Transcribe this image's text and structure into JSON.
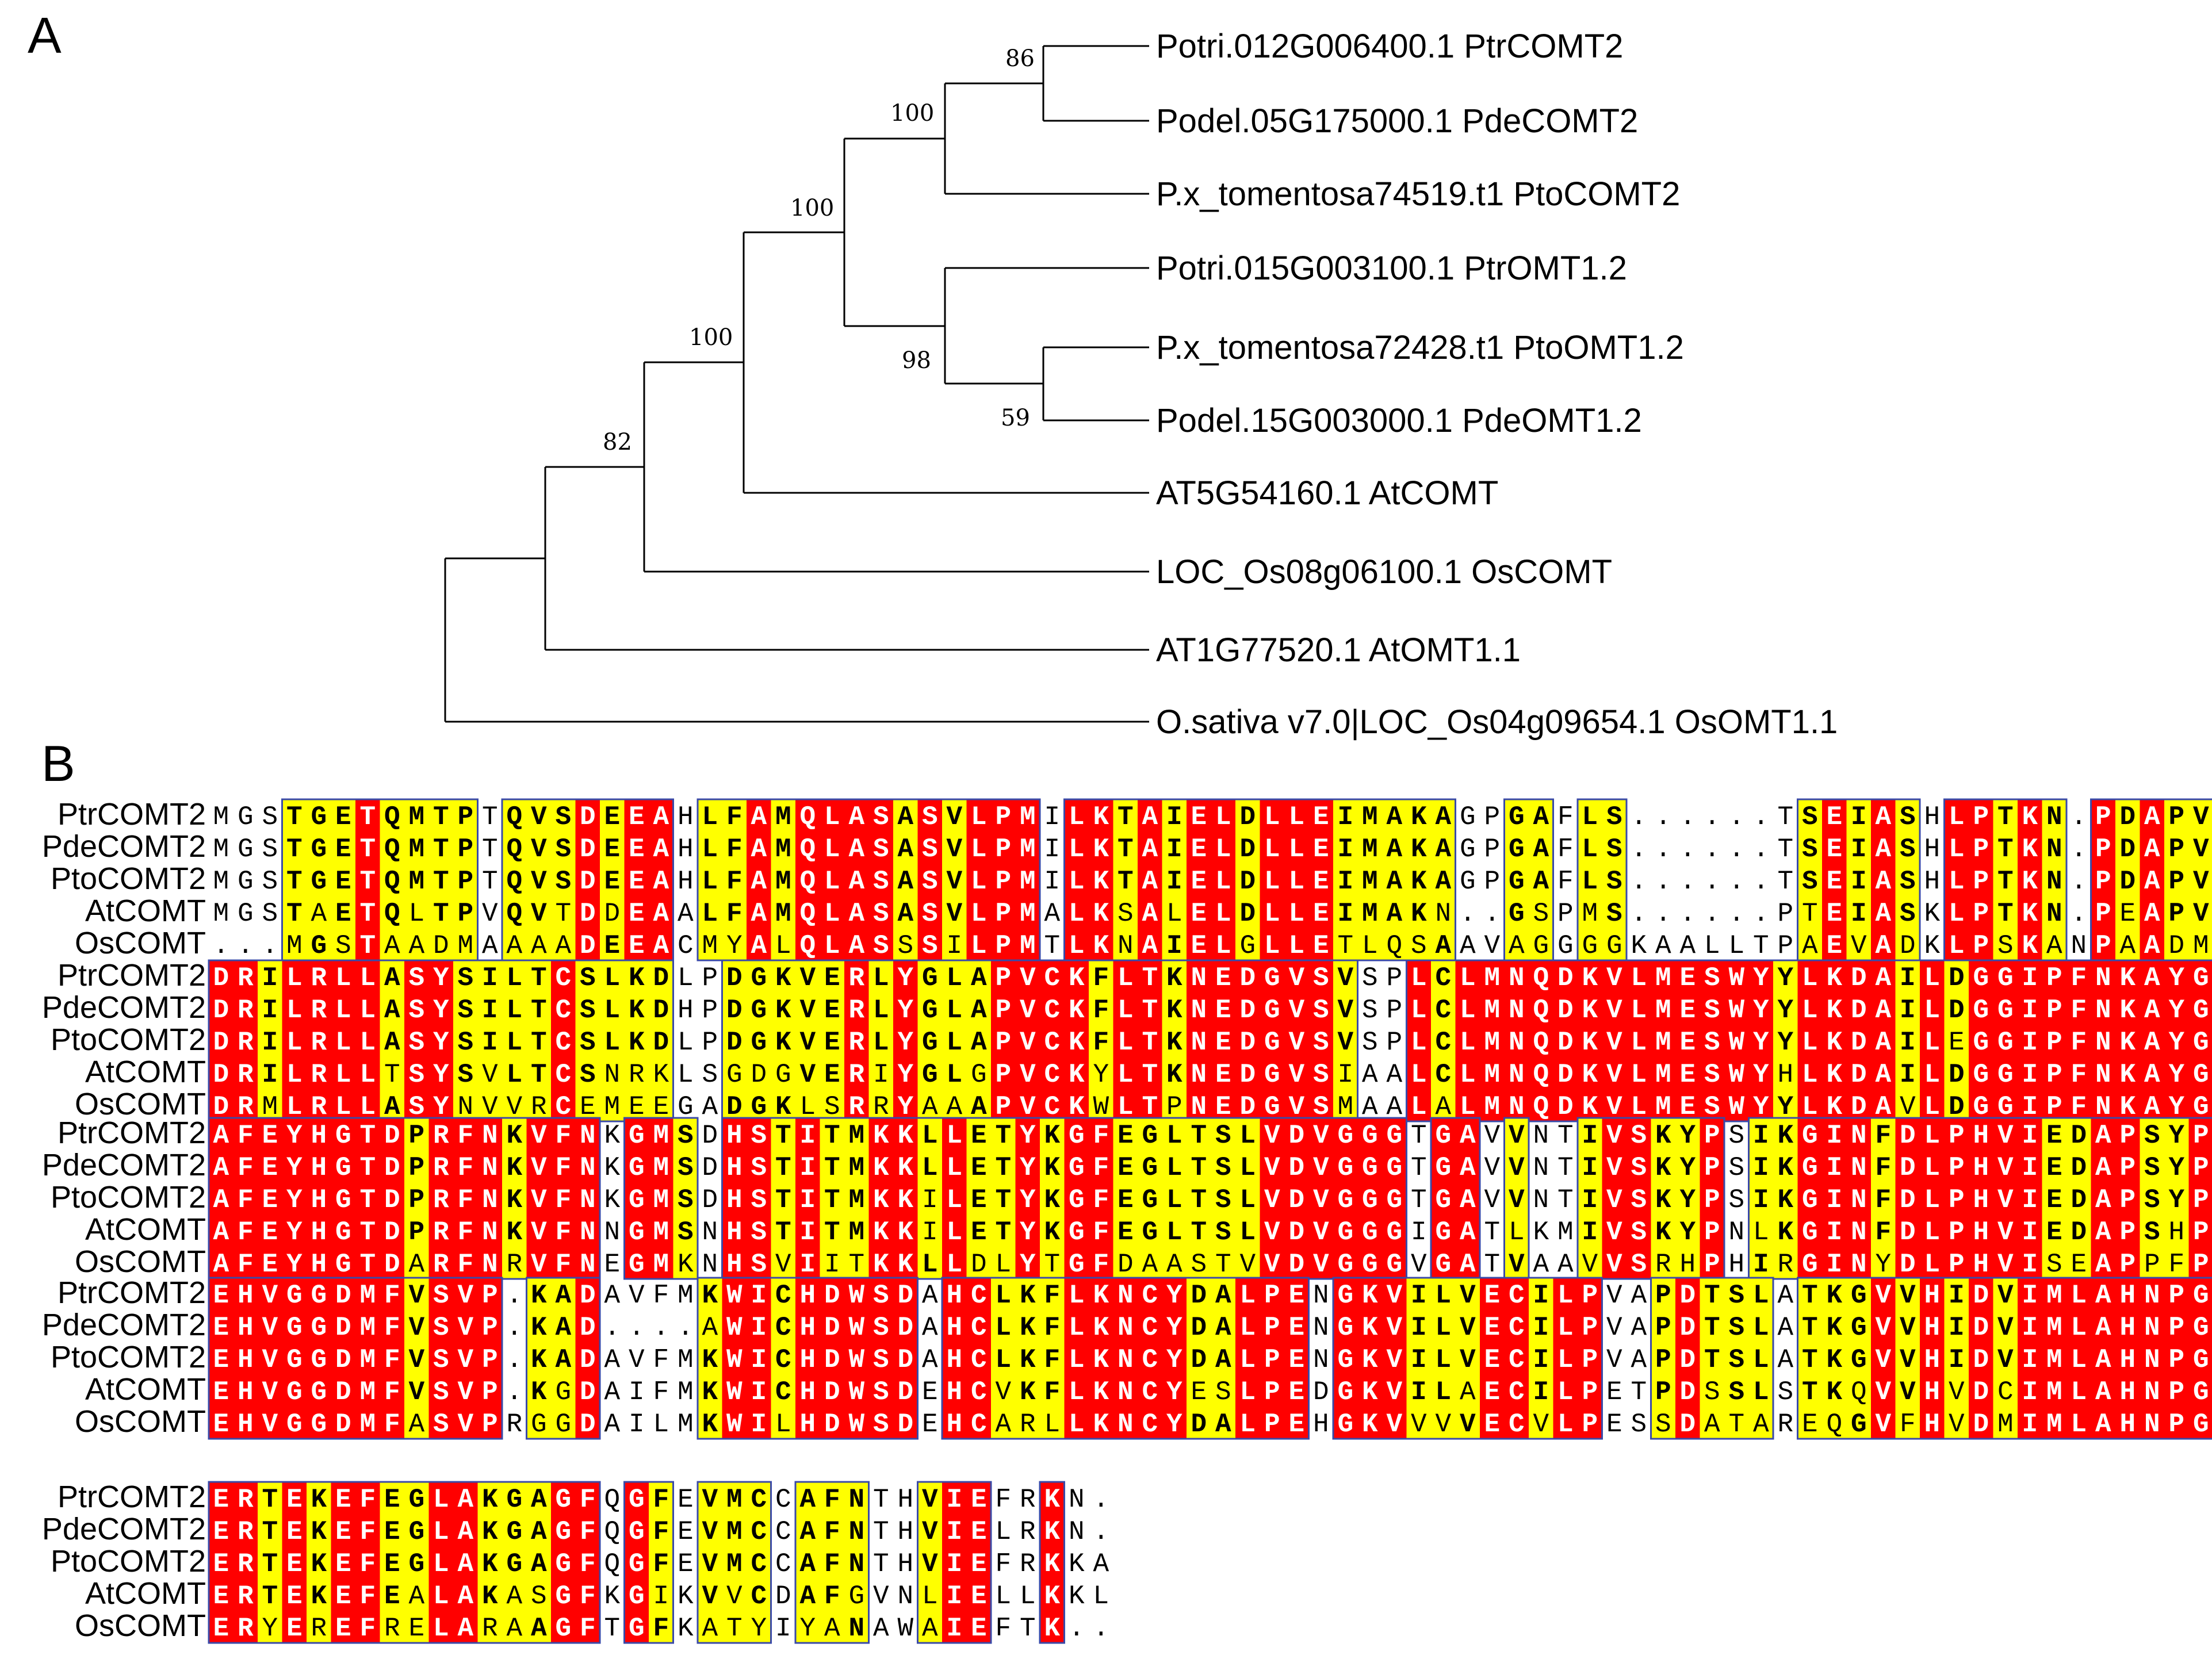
{
  "panels": {
    "a": "A",
    "b": "B"
  },
  "colors": {
    "identical_bg": "#ff0000",
    "identical_fg": "#ffffff",
    "similar_bg": "#ffff00",
    "similar_fg": "#000000",
    "box": "#3a4aa8"
  },
  "tree": {
    "leaves": [
      "Potri.012G006400.1 PtrCOMT2",
      "Podel.05G175000.1 PdeCOMT2",
      "P.x_tomentosa74519.t1 PtoCOMT2",
      "Potri.015G003100.1  PtrOMT1.2",
      "P.x_tomentosa72428.t1 PtoOMT1.2",
      "Podel.15G003000.1 PdeOMT1.2",
      "AT5G54160.1 AtCOMT",
      "LOC_Os08g06100.1 OsCOMT",
      "AT1G77520.1 AtOMT1.1",
      "O.sativa v7.0|LOC_Os04g09654.1 OsOMT1.1"
    ],
    "bootstrap": [
      "86",
      "100",
      "100",
      "100",
      "98",
      "59",
      "82"
    ]
  },
  "alignment": {
    "names": [
      "PtrCOMT2",
      "PdeCOMT2",
      "PtoCOMT2",
      "AtCOMT",
      "OsCOMT"
    ],
    "blocks": [
      [
        "MGSTGETQMTPTQVSDEEAHLFAMQLASASVLPMILKTAIELDLLEIMAKAGPGAFLS......TSEIASHLPTKN.PDAPVML",
        "MGSTGETQMTPTQVSDEEAHLFAMQLASASVLPMILKTAIELDLLEIMAKAGPGAFLS......TSEIASHLPTKN.PDAPVML",
        "MGSTGETQMTPTQVSDEEAHLFAMQLASASVLPMILKTAIELDLLEIMAKAGPGAFLS......TSEIASHLPTKN.PDAPVML",
        "MGSTAETQLTPVQVTDDEAALFAMQLASASVLPMALKSALELDLLEIMAKN..GSPMS......PTEIASKLPTKN.PEAPVML",
        "...MGSTAADMAAAADEEACMYALQLASSSILPMTLKNAIELGLLETLQSAAVAGGGGKAALLTPAEVADKLPSKANPAADMV"
      ],
      [
        "DRILRLLASYSILTCSLKDLPDGKVERLYGLAPVCKFLTKNEDGVSVSPLCLMNQDKVLMESWYYLKDAILDGGIPFNKAYGMT",
        "DRILRLLASYSILTCSLKDHPDGKVERLYGLAPVCKFLTKNEDGVSVSPLCLMNQDKVLMESWYYLKDAILDGGIPFNKAYGMT",
        "DRILRLLASYSILTCSLKDLPDGKVERLYGLAPVCKFLTKNEDGVSVSPLCLMNQDKVLMESWYYLKDAILEGGIPFNKAYGMT",
        "DRILRLLTSYSVLTCSNRKLSGDGVERIYGLGPVCKYLTKNEDGVSIAALCLMNQDKVLMESWYHLKDAILDGGIPFNKAYGMS",
        "DRMLRLLASYNVVRCEMEEGADGKLSRRYAAAPVCKWLTPNEDGVSMAALALMNQDKVLMESWYYLKDAVLDGGIPFNKAYGMT"
      ],
      [
        "AFEYHGTDPRFNKVFNKGMSDHSTITMKKLLETYKGFEGLTSLVDVGGGTGAVVNTIVSKYPSIKGINFDLPHVIEDAPSYPGV",
        "AFEYHGTDPRFNKVFNKGMSDHSTITMKKLLETYKGFEGLTSLVDVGGGTGAVVNTIVSKYPSIKGINFDLPHVIEDAPSYPGV",
        "AFEYHGTDPRFNKVFNKGMSDHSTITMKKILETYKGFEGLTSLVDVGGGTGAVVNTIVSKYPSIKGINFDLPHVIEDAPSYPGV",
        "AFEYHGTDPRFNKVFNNGMSNHSTITMKKILETYKGFEGLTSLVDVGGGIGATLKMIVSKYPNLKGINFDLPHVIEDAPSHPGI",
        "AFEYHGTDARFNRVFNEGMKNHSVIITKKLLDLYTGFDAASTVVDVGGGVGATVAAVVSRHPHIRGINYDLPHVISEAPPFPGV"
      ],
      [
        "EHVGGDMFVSVP.KADAVFMKWICHDWSDAHCLKFLKNCYDALPENGKVILVECILPVAPDTSLATKGVVHIDVIMLAHNPGGK",
        "EHVGGDMFVSVP.KAD....AWICHDWSDAHCLKFLKNCYDALPENGKVILVECILPVAPDTSLATKGVVHIDVIMLAHNPGGK",
        "EHVGGDMFVSVP.KADAVFMKWICHDWSDAHCLKFLKNCYDALPENGKVILVECILPVAPDTSLATKGVVHIDVIMLAHNPGGK",
        "EHVGGDMFVSVP.KGDAIFMKWICHDWSDEHCVKFLKNCYESLPEDGKVILAECILPETPDSSLSTKQVVHVDCIMLAHNPGGK",
        "EHVGGDMFASVPRGGDAILMKWILHDWSDEHCARLLKNCYDALPEHGKVVVVECVLPESSDATAREQGVFHVDMIMLAHNPGGK"
      ],
      [
        "ERTEKEFEGLAKGAGFQGFEVMCCAFNTHVIEFRKN.",
        "ERTEKEFEGLAKGAGFQGFEVMCCAFNTHVIELRKN.",
        "ERTEKEFEGLAKGAGFQGFEVMCCAFNTHVIEFRKKA",
        "ERTEKEFEALAKASGFKGIKVVCDAFGVNLIELLKKL",
        "ERYEREFRELARAAGFTGFKATYIYANAWAIEFTK.."
      ]
    ]
  }
}
